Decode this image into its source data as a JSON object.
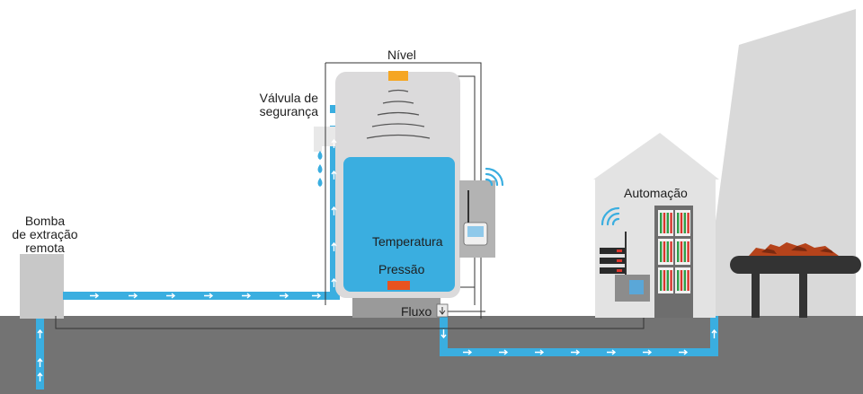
{
  "labels": {
    "pump_line1": "Bomba",
    "pump_line2": "de extração",
    "pump_line3": "remota",
    "valve_line1": "Válvula de",
    "valve_line2": "segurança",
    "level": "Nível",
    "temperature": "Temperatura",
    "pressure": "Pressão",
    "flow": "Fluxo",
    "automation": "Automação"
  },
  "colors": {
    "water": "#3aaee0",
    "ground": "#737373",
    "tank_body": "#dbdadb",
    "sensor_level": "#f5a623",
    "sensor_pressure": "#e8531f",
    "wire": "#333333",
    "building": "#e3e3e3",
    "rack_red": "#d9342b",
    "rack_green": "#2e9e48"
  },
  "icons": [
    "wifi-icon",
    "wifi-icon",
    "water-drop-icon",
    "flow-arrow-icon"
  ]
}
